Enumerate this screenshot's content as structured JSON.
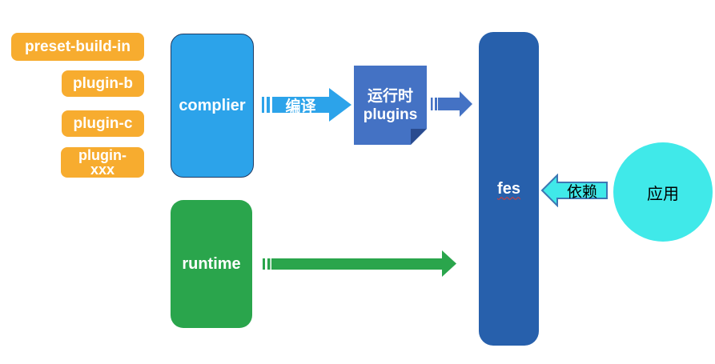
{
  "diagram": {
    "plugin_boxes": [
      {
        "label": "preset-build-in"
      },
      {
        "label": "plugin-b"
      },
      {
        "label": "plugin-c"
      },
      {
        "label": "plugin-xxx"
      }
    ],
    "compiler": {
      "label": "complier"
    },
    "compile_arrow": {
      "label": "编译"
    },
    "runtime_plugins": {
      "line1": "运行时",
      "line2": "plugins"
    },
    "fes": {
      "label": "fes"
    },
    "depends_arrow": {
      "label": "依赖"
    },
    "app": {
      "label": "应用"
    },
    "runtime": {
      "label": "runtime"
    },
    "colors": {
      "plugin_orange": "#F7AC2F",
      "compiler_blue": "#2CA3EA",
      "compiler_border": "#1E3A63",
      "plugins_note_blue": "#4472C4",
      "note_fold_blue": "#2A4B8F",
      "fes_blue": "#2760AC",
      "runtime_green": "#2AA54C",
      "app_cyan": "#40E9E9",
      "depends_arrow_outline": "#3D77B3",
      "spellcheck_underline_red": "#E03C31",
      "background": "#FFFFFF"
    }
  }
}
